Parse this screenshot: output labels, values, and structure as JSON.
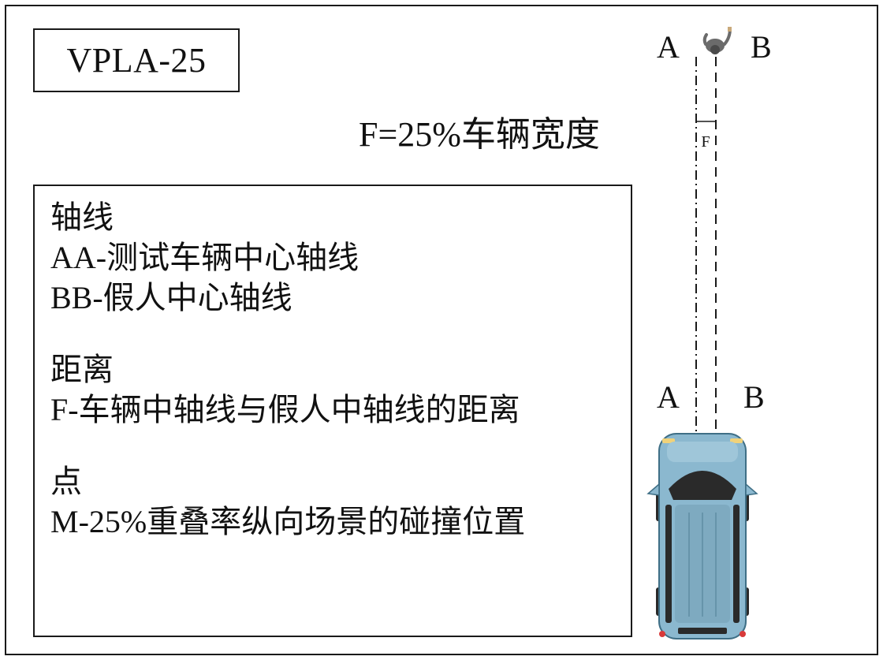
{
  "scenario_code": "VPLA-25",
  "formula": "F=25%车辆宽度",
  "axis_labels": {
    "a_top": "A",
    "b_top": "B",
    "a_bottom": "A",
    "b_bottom": "B",
    "f_mark": "F"
  },
  "legend": {
    "axes_heading": "轴线",
    "axis_aa": "AA-测试车辆中心轴线",
    "axis_bb": "BB-假人中心轴线",
    "distance_heading": "距离",
    "distance_f": "F-车辆中轴线与假人中轴线的距离",
    "point_heading": "点",
    "point_m": "M-25%重叠率纵向场景的碰撞位置"
  },
  "colors": {
    "vehicle_body": "#8bb8cf",
    "vehicle_dark": "#2a2a2a",
    "pedestrian": "#6b6b6b",
    "lines": "#1a1a1a"
  }
}
